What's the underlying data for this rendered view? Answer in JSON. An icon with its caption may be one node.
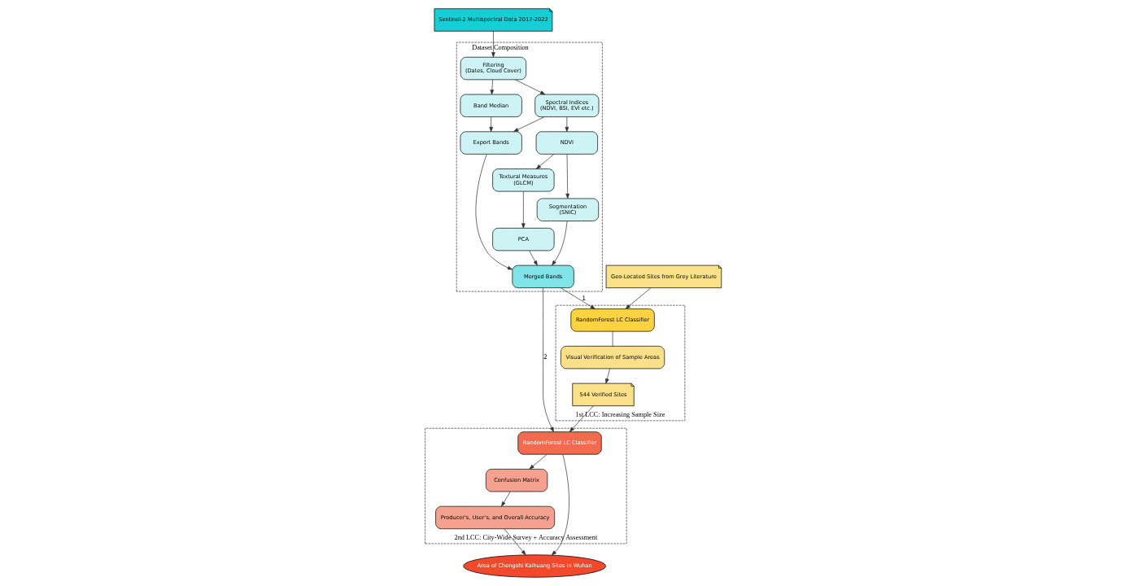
{
  "diagram": {
    "nodes": [
      {
        "text": [
          "Sentinel-2 Multispectral Data 2017-2022"
        ]
      },
      {
        "text": [
          "Dataset Composition"
        ]
      },
      {
        "text": [
          "Filtering",
          "(Dates, Cloud Cover)"
        ],
        "in": 1
      },
      {
        "text": [
          "Band Median"
        ],
        "in": 1
      },
      {
        "text": [
          "Spectral Indices",
          "(NDVI, BSI, EVI etc.)"
        ],
        "in": 1
      },
      {
        "text": [
          "Export Bands"
        ],
        "in": 1
      },
      {
        "text": [
          "NDVI"
        ],
        "in": 1
      },
      {
        "text": [
          "Textural Measures",
          "(GLCM)"
        ],
        "in": 1
      },
      {
        "text": [
          "Segmentation",
          "(SNIC)"
        ],
        "in": 1
      },
      {
        "text": [
          "PCA"
        ],
        "in": 1
      },
      {
        "text": [
          "Merged Bands"
        ],
        "in": 1
      },
      {
        "text": [
          "Geo-Located Sites from Grey Literature"
        ]
      },
      {
        "text": [
          "1st LCC: Increasing Sample Size"
        ]
      },
      {
        "text": [
          "RandomForest LC Classifier"
        ],
        "in": 12
      },
      {
        "text": [
          "Visual Verification of Sample Areas"
        ],
        "in": 12
      },
      {
        "text": [
          "544 Verified Sites"
        ],
        "in": 12
      },
      {
        "text": [
          "2nd LCC: City-Wide Survey + Accuracy Assessment"
        ]
      },
      {
        "text": [
          "RandomForest LC Classifier"
        ],
        "in": 16
      },
      {
        "text": [
          "Confusion Matrix"
        ],
        "in": 16
      },
      {
        "text": [
          "Producer's, User's, and Overall Accuracy"
        ],
        "in": 16
      },
      {
        "text": [
          "Area of Chengshi Kaihuang Sites in Wuhan"
        ]
      }
    ],
    "edges": [
      {
        "from": 0,
        "to": 2,
        "arrow": "to"
      },
      {
        "from": 2,
        "to": 3,
        "arrow": "to"
      },
      {
        "from": 2,
        "to": 4,
        "arrow": "to"
      },
      {
        "from": 3,
        "to": 5,
        "arrow": "to"
      },
      {
        "from": 4,
        "to": 5,
        "arrow": "to"
      },
      {
        "from": 4,
        "to": 6,
        "arrow": "to"
      },
      {
        "from": 6,
        "to": 7,
        "arrow": "to"
      },
      {
        "from": 6,
        "to": 8,
        "arrow": "to"
      },
      {
        "from": 7,
        "to": 9,
        "arrow": "to"
      },
      {
        "from": 8,
        "to": 10,
        "arrow": "to"
      },
      {
        "from": 9,
        "to": 10,
        "arrow": "to"
      },
      {
        "from": 5,
        "to": 10,
        "arrow": "to"
      },
      {
        "from": 10,
        "to": 13,
        "arrow": "to",
        "label": "1"
      },
      {
        "from": 11,
        "to": 13,
        "arrow": "to"
      },
      {
        "from": 13,
        "to": 14,
        "arrow": "none"
      },
      {
        "from": 14,
        "to": 15,
        "arrow": "to"
      },
      {
        "from": 10,
        "to": 17,
        "arrow": "to",
        "label": "2"
      },
      {
        "from": 15,
        "to": 17,
        "arrow": "to"
      },
      {
        "from": 17,
        "to": 18,
        "arrow": "to"
      },
      {
        "from": 18,
        "to": 19,
        "arrow": "to"
      },
      {
        "from": 19,
        "to": 20,
        "arrow": "to"
      },
      {
        "from": 17,
        "to": 20,
        "arrow": "to"
      }
    ]
  }
}
